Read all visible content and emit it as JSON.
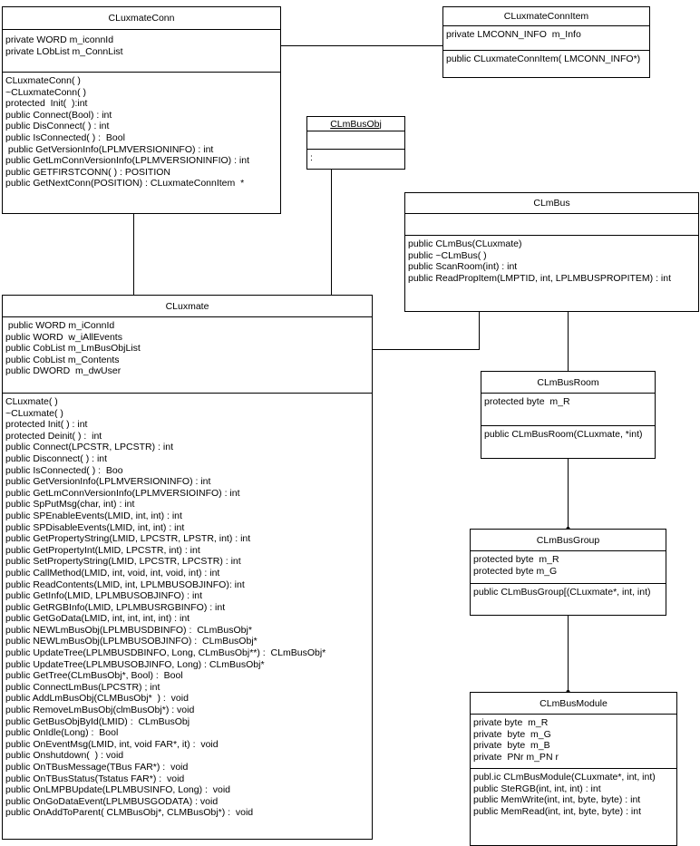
{
  "classes": {
    "conn": {
      "name": "CLuxmateConn",
      "attributes": [
        "private WORD m_iconnId",
        "private LObList m_ConnList"
      ],
      "operations": [
        "CLuxmateConn( )",
        "~CLuxmateConn( )",
        "protected  Init(  ):int",
        "public Connect(Bool) : int",
        "public DisConnect( ) : int",
        "public IsConnected( ) :  Bool",
        " public GetVersionInfo(LPLMVERSIONINFO) : int",
        "public GetLmConnVersionInfo(LPLMVERSIONINFIO) : int",
        "public GETFIRSTCONN( ) : POSITION",
        "public GetNextConn(POSITION) : CLuxmateConnItem  *"
      ]
    },
    "connitem": {
      "name": "CLuxmateConnItem",
      "attributes": [
        "private LMCONN_INFO  m_Info"
      ],
      "operations": [
        "public CLuxmateConnItem( LMCONN_INFO*)"
      ]
    },
    "busobj": {
      "name": "CLmBusObj",
      "attributes": [],
      "operations": [
        ":"
      ]
    },
    "luxmate": {
      "name": "CLuxmate",
      "attributes": [
        " public WORD m_iConnId",
        "public WORD  w_iAllEvents",
        "public CobList m_LmBusObjList",
        "public CobList m_Contents",
        "public DWORD  m_dwUser"
      ],
      "operations": [
        "CLuxmate( )",
        "~CLuxmate( )",
        "protected Init( ) : int",
        "protected Deinit( ) :  int",
        "public Connect(LPCSTR, LPCSTR) : int",
        "public Disconnect( ) : int",
        "public IsConnected( ) :  Boo",
        "public GetVersionInfo(LPLMVERSIONINFO) : int",
        "public GetLmConnVersionInfo(LPLMVERSIOINFO) : int",
        "public SpPutMsg(char, int) : int",
        "public SPEnableEvents(LMID, int, int) : int",
        "public SPDisableEvents(LMID, int, int) : int",
        "public GetPropertyString(LMID, LPCSTR, LPSTR, int) : int",
        "public GetPropertyInt(LMID, LPCSTR, int) : int",
        "public SetPropertyString(LMID, LPCSTR, LPCSTR) : int",
        "public CallMethod(LMID, int, void, int, void, int) : int",
        "public ReadContents(LMID, int, LPLMBUSOBJINFO): int",
        "public GetInfo(LMID, LPLMBUSOBJINFO) : int",
        "public GetRGBInfo(LMID, LPLMBUSRGBINFO) : int",
        "public GetGoData(LMID, int, int, int, int) : int",
        "public NEWLmBusObj(LPLMBUSDBINFO) :  CLmBusObj*",
        "public NEWLmBusObj(LPLMBUSOBJINFO) :  CLmBusObj*",
        "public UpdateTree(LPLMBUSDBINFO, Long, CLmBusObj**) :  CLmBusObj*",
        "public UpdateTree(LPLMBUSOBJINFO, Long) : CLmBusObj*",
        "public GetTree(CLmBusObj*, Bool) :  Bool",
        "public ConnectLmBus(LPCSTR) ; int",
        "public AddLmBusObj(CLMBusObj*  ) :  void",
        "public RemoveLmBusObj(clmBusObj*) : void",
        "public GetBusObjById(LMID) :  CLmBusObj",
        "public OnIdle(Long) :  Bool",
        "public OnEventMsg(LMID, int, void FAR*, it) :  void",
        "public Onshutdown(  ) : void",
        "public OnTBusMessage(TBus FAR*) :  void",
        "public OnTBusStatus(Tstatus FAR*) :  void",
        "public OnLMPBUpdate(LPLMBUSINFO, Long) :  void",
        "public OnGoDataEvent(LPLMBUSGODATA) : void",
        "public OnAddToParent( CLMBusObj*, CLMBusObj*) :  void"
      ]
    },
    "bus": {
      "name": "CLmBus",
      "attributes": [],
      "operations": [
        "public CLmBus(CLuxmate)",
        "public ~CLmBus( )",
        "public ScanRoom(int) : int",
        "public ReadPropItem(LMPTID, int, LPLMBUSPROPITEM) : int"
      ]
    },
    "room": {
      "name": "CLmBusRoom",
      "attributes": [
        "protected byte  m_R"
      ],
      "operations": [
        "public CLmBusRoom(CLuxmate, *int)"
      ]
    },
    "group": {
      "name": "CLmBusGroup",
      "attributes": [
        "protected byte  m_R",
        "protected byte m_G"
      ],
      "operations": [
        "public CLmBusGroup[(CLuxmate*, int, int)"
      ]
    },
    "module": {
      "name": "CLmBusModule",
      "attributes": [
        "private byte  m_R",
        "private  byte  m_G",
        "private  byte  m_B",
        "private  PNr m_PN r"
      ],
      "operations": [
        "publ.ic CLmBusModule(CLuxmate*, int, int)",
        "public SteRGB(int, int, int) : int",
        "public MemWrite(int, int, byte, byte) : int",
        "public MemRead(int, int, byte, byte) : int"
      ]
    }
  }
}
